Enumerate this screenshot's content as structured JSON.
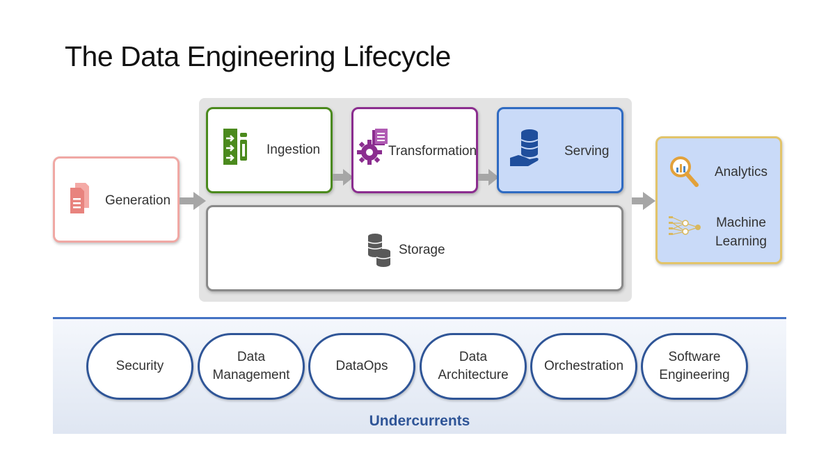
{
  "title": "The Data Engineering Lifecycle",
  "stages": {
    "generation": "Generation",
    "ingestion": "Ingestion",
    "transformation": "Transformation",
    "serving": "Serving",
    "storage": "Storage"
  },
  "outputs": {
    "analytics": "Analytics",
    "ml_line1": "Machine",
    "ml_line2": "Learning"
  },
  "undercurrents": {
    "label": "Undercurrents",
    "items": [
      {
        "line1": "Security",
        "line2": ""
      },
      {
        "line1": "Data",
        "line2": "Management"
      },
      {
        "line1": "DataOps",
        "line2": ""
      },
      {
        "line1": "Data",
        "line2": "Architecture"
      },
      {
        "line1": "Orchestration",
        "line2": ""
      },
      {
        "line1": "Software",
        "line2": "Engineering"
      }
    ]
  },
  "colors": {
    "generation": "#e8837e",
    "ingestion": "#4b8a1d",
    "transformation": "#8b2d8f",
    "serving": "#2f6bc2",
    "outputs_border": "#e2c46a",
    "outputs_fill": "#c9daf8",
    "undercurrent_border": "#2f5597",
    "undercurrent_label": "#2f5597"
  }
}
